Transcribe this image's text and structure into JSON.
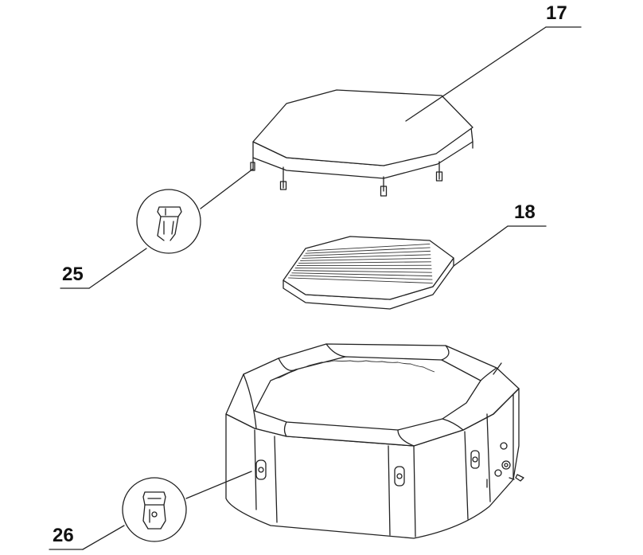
{
  "callouts": {
    "c17": "17",
    "c18": "18",
    "c25": "25",
    "c26": "26"
  },
  "colors": {
    "line": "#222222",
    "background": "#ffffff"
  }
}
